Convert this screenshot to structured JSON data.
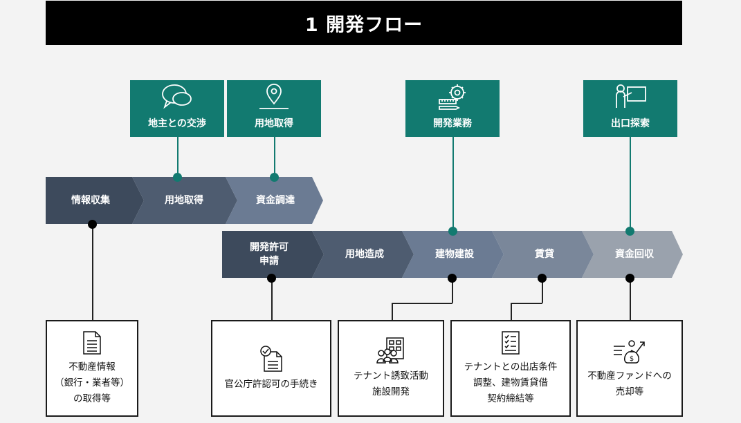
{
  "title": "1 開発フロー",
  "top_boxes": {
    "negotiation": {
      "label": "地主との交渉",
      "icon": "chat-bubbles-icon"
    },
    "land": {
      "label": "用地取得",
      "icon": "map-pin-icon"
    },
    "dev": {
      "label": "開発業務",
      "icon": "gear-ruler-icon"
    },
    "exit": {
      "label": "出口探索",
      "icon": "presenter-icon"
    }
  },
  "row1": [
    "情報収集",
    "用地取得",
    "資金調達"
  ],
  "row2": [
    "開発許可\n申請",
    "用地造成",
    "建物建設",
    "賃貸",
    "資金回収"
  ],
  "cards": {
    "c1": [
      "不動産情報",
      "（銀行・業者等）",
      "の取得等"
    ],
    "c2": [
      "官公庁許認可の手続き"
    ],
    "c3": [
      "テナント誘致活動",
      "施設開発"
    ],
    "c4": [
      "テナントとの出店条件",
      "調整、建物賃貸借",
      "契約締結等"
    ],
    "c5": [
      "不動産ファンドへの",
      "売却等"
    ]
  },
  "colors": {
    "teal": "#127a70",
    "dark1": "#3d4a5c",
    "dark2": "#4e5c70",
    "mid": "#6b7b93",
    "light1": "#7a879a",
    "light2": "#9aa2ad"
  }
}
